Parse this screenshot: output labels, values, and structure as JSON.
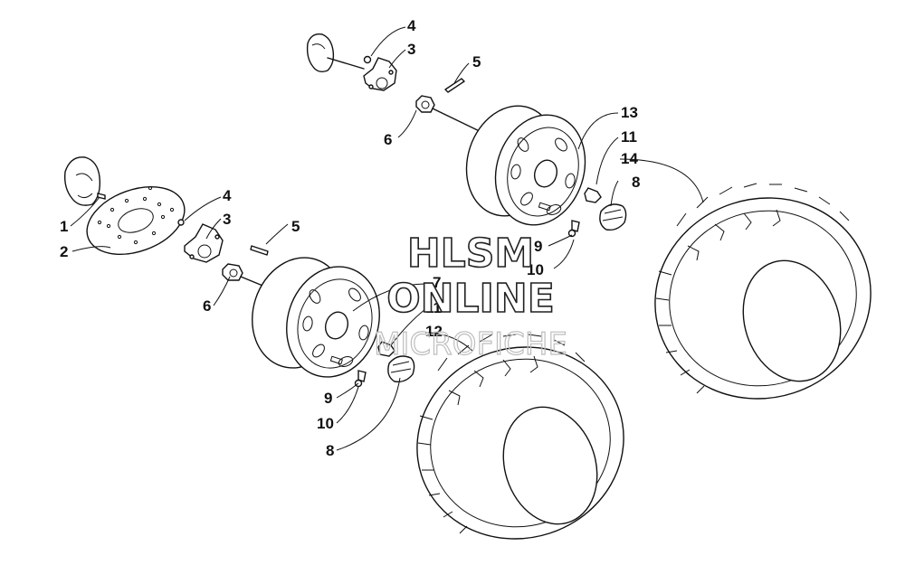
{
  "watermark": {
    "line1": "HLSM",
    "line2": "ONLINE",
    "line3": "MICROFICHE"
  },
  "callouts": {
    "upper_hub_bolt": "4",
    "upper_hub": "3",
    "upper_pin": "5",
    "upper_nut": "6",
    "upper_wheel": "13",
    "upper_lug_nut": "11",
    "upper_cap": "8",
    "upper_tire": "14",
    "upper_valve": "9",
    "upper_valve_cap": "10",
    "brake_bolt": "1",
    "brake_disc": "2",
    "lower_hub_bolt": "4",
    "lower_hub": "3",
    "lower_pin": "5",
    "lower_nut": "6",
    "lower_wheel": "7",
    "lower_lug_nut": "11",
    "lower_tire": "12",
    "lower_valve": "9",
    "lower_valve_cap": "10",
    "lower_cap": "8"
  }
}
